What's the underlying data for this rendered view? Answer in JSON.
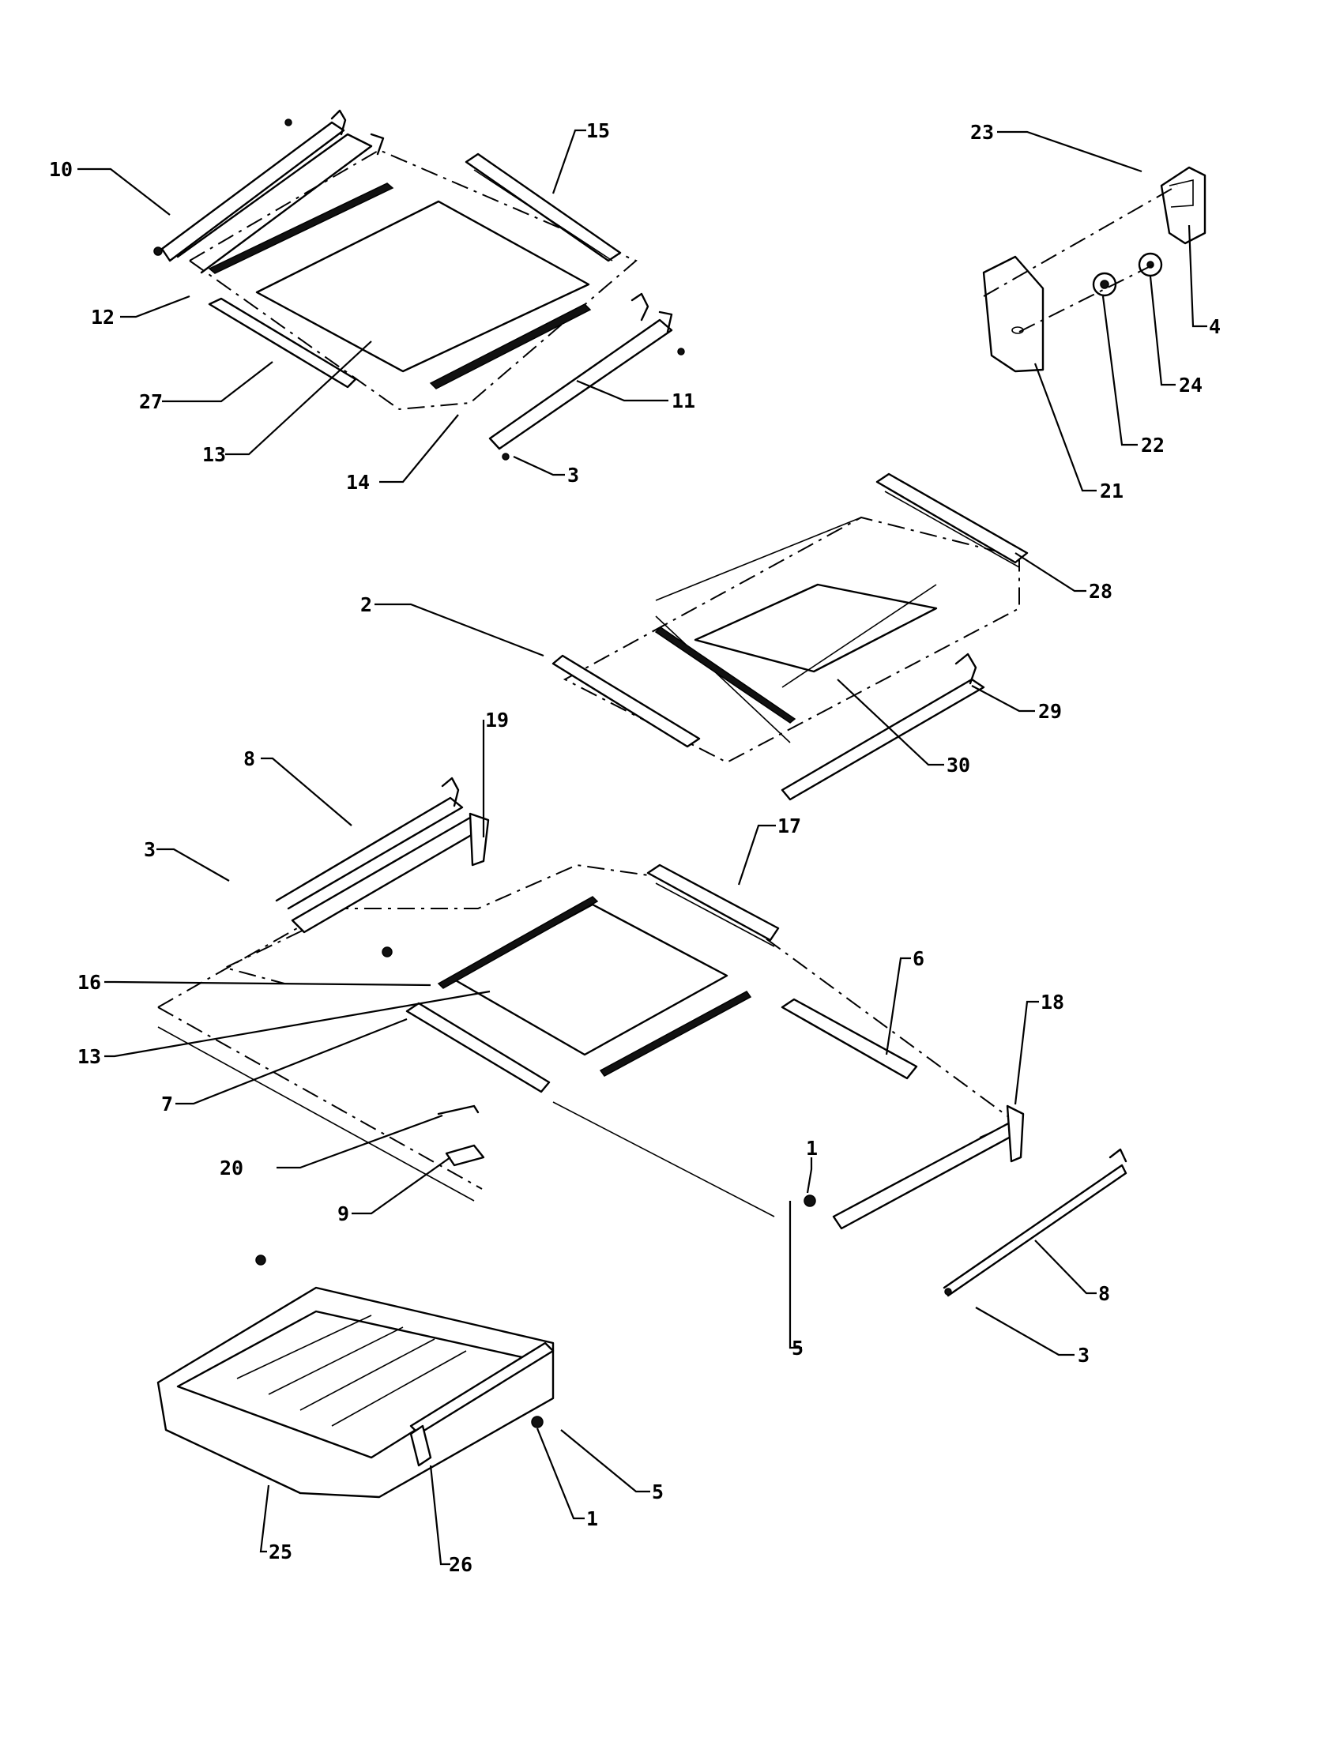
{
  "callouts": [
    {
      "id": "c10",
      "text": "10"
    },
    {
      "id": "c15",
      "text": "15"
    },
    {
      "id": "c12",
      "text": "12"
    },
    {
      "id": "c27",
      "text": "27"
    },
    {
      "id": "c13a",
      "text": "13"
    },
    {
      "id": "c14",
      "text": "14"
    },
    {
      "id": "c11",
      "text": "11"
    },
    {
      "id": "c3a",
      "text": "3"
    },
    {
      "id": "c23",
      "text": "23"
    },
    {
      "id": "c4",
      "text": "4"
    },
    {
      "id": "c24",
      "text": "24"
    },
    {
      "id": "c22",
      "text": "22"
    },
    {
      "id": "c21",
      "text": "21"
    },
    {
      "id": "c28",
      "text": "28"
    },
    {
      "id": "c2",
      "text": "2"
    },
    {
      "id": "c29",
      "text": "29"
    },
    {
      "id": "c30",
      "text": "30"
    },
    {
      "id": "c19",
      "text": "19"
    },
    {
      "id": "c8a",
      "text": "8"
    },
    {
      "id": "c3b",
      "text": "3"
    },
    {
      "id": "c17",
      "text": "17"
    },
    {
      "id": "c16",
      "text": "16"
    },
    {
      "id": "c6",
      "text": "6"
    },
    {
      "id": "c18",
      "text": "18"
    },
    {
      "id": "c13b",
      "text": "13"
    },
    {
      "id": "c7",
      "text": "7"
    },
    {
      "id": "c20",
      "text": "20"
    },
    {
      "id": "c9",
      "text": "9"
    },
    {
      "id": "c1a",
      "text": "1"
    },
    {
      "id": "c8b",
      "text": "8"
    },
    {
      "id": "c5a",
      "text": "5"
    },
    {
      "id": "c3c",
      "text": "3"
    },
    {
      "id": "c5b",
      "text": "5"
    },
    {
      "id": "c1b",
      "text": "1"
    },
    {
      "id": "c25",
      "text": "25"
    },
    {
      "id": "c26",
      "text": "26"
    }
  ]
}
